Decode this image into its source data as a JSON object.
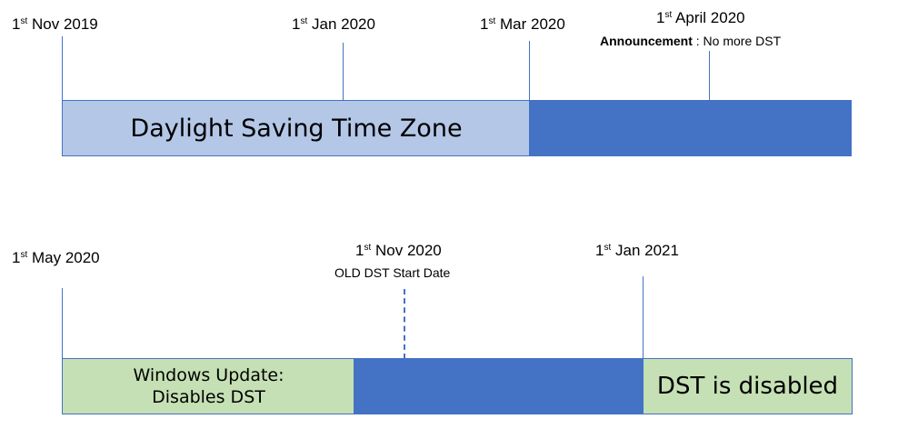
{
  "timeline1": {
    "markers": [
      {
        "ord": "1",
        "sup": "st",
        "date": "Nov 2019"
      },
      {
        "ord": "1",
        "sup": "st",
        "date": "Jan 2020"
      },
      {
        "ord": "1",
        "sup": "st",
        "date": "Mar 2020"
      },
      {
        "ord": "1",
        "sup": "st",
        "date": "April 2020",
        "note_bold": "Announcement",
        "note_rest": " : No more DST"
      }
    ],
    "segments": [
      {
        "label": "Daylight Saving Time Zone",
        "color": "#b4c7e7"
      },
      {
        "label": "",
        "color": "#4472c4"
      }
    ]
  },
  "timeline2": {
    "markers": [
      {
        "ord": "1",
        "sup": "st",
        "date": "May 2020"
      },
      {
        "ord": "1",
        "sup": "st",
        "date": "Nov 2020",
        "note": "OLD DST Start Date"
      },
      {
        "ord": "1",
        "sup": "st",
        "date": "Jan 2021"
      }
    ],
    "segments": [
      {
        "label_line1": "Windows Update:",
        "label_line2": "Disables DST",
        "color": "#c5e0b4"
      },
      {
        "label": "",
        "color": "#4472c4"
      },
      {
        "label": "DST is disabled",
        "color": "#c5e0b4"
      }
    ]
  },
  "colors": {
    "accent": "#4472c4",
    "light_blue": "#b4c7e7",
    "light_green": "#c5e0b4"
  }
}
